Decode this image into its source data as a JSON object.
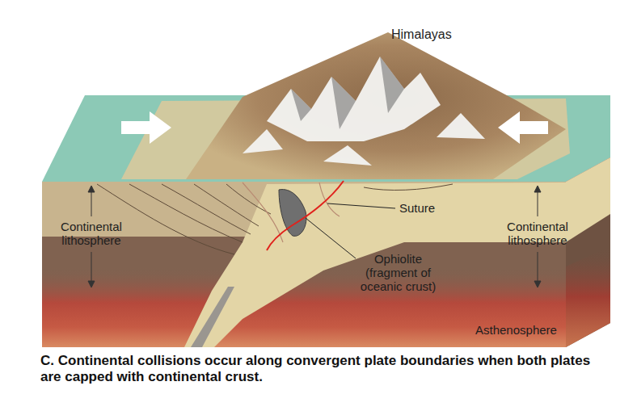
{
  "diagram": {
    "caption": "C. Continental collisions occur along convergent plate boundaries when both plates are capped with continental crust.",
    "labels": [
      "Himalayas",
      "Continental lithosphere",
      "Suture",
      "Continental lithosphere",
      "Ophiolite (fragment of oceanic crust)",
      "Asthenosphere"
    ]
  }
}
